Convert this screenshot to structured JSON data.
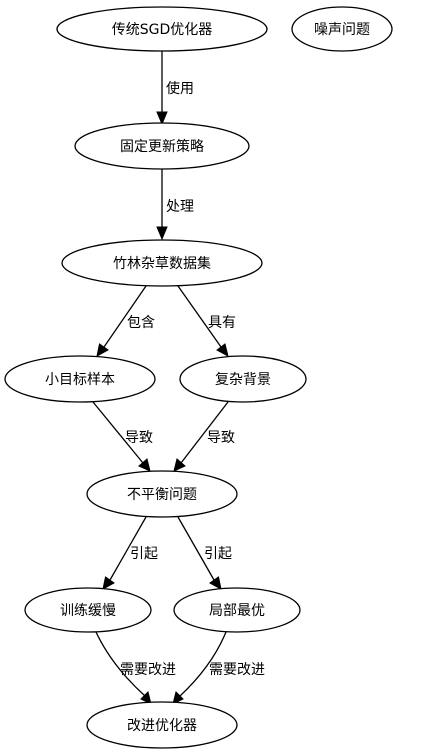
{
  "nodes": {
    "sgd": "传统SGD优化器",
    "noise": "噪声问题",
    "fixed": "固定更新策略",
    "dataset": "竹林杂草数据集",
    "small": "小目标样本",
    "background": "复杂背景",
    "imbalance": "不平衡问题",
    "slow": "训练缓慢",
    "local": "局部最优",
    "improve": "改进优化器"
  },
  "edges": {
    "sgd_fixed": "使用",
    "fixed_dataset": "处理",
    "dataset_small": "包含",
    "dataset_background": "具有",
    "small_imbalance": "导致",
    "background_imbalance": "导致",
    "imbalance_slow": "引起",
    "imbalance_local": "引起",
    "slow_improve": "需要改进",
    "local_improve": "需要改进"
  }
}
